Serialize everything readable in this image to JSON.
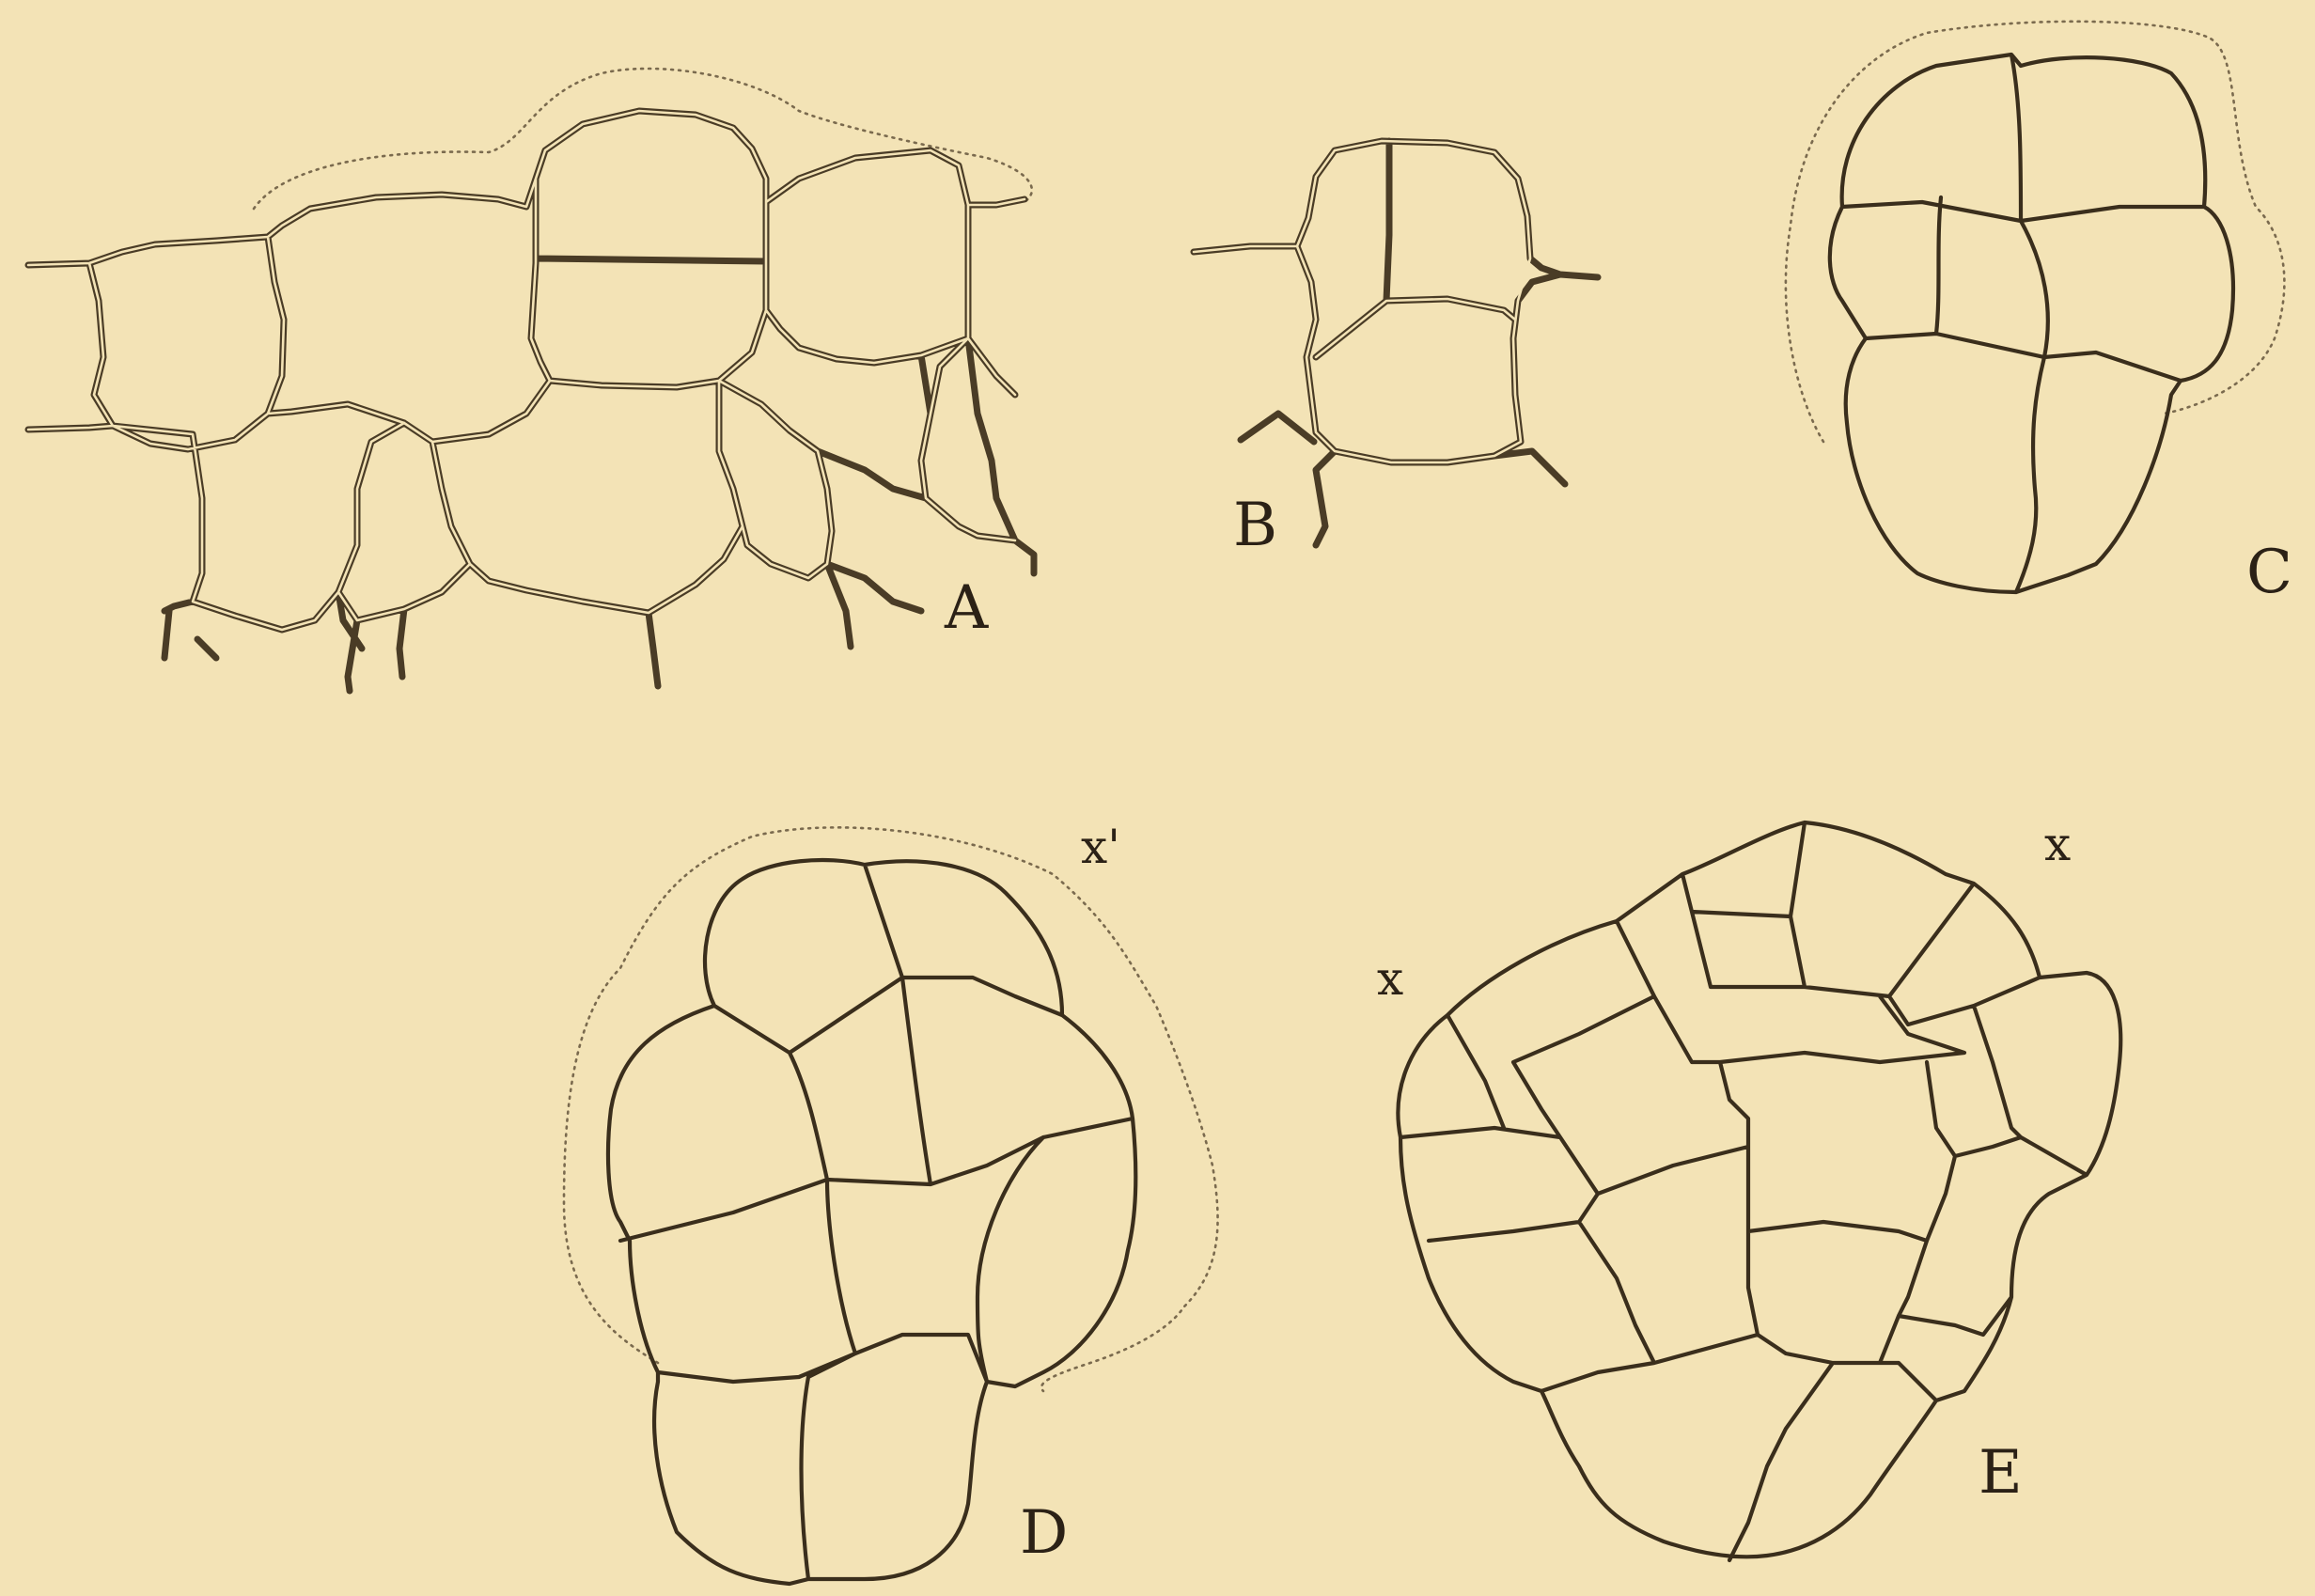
{
  "figure": {
    "labels": {
      "a": "A",
      "b": "B",
      "c": "C",
      "d": "D",
      "e": "E"
    },
    "markers": {
      "d_x": "x'",
      "e_x_left": "x",
      "e_x_right": "x"
    }
  },
  "colors": {
    "paper": "#f3e3b6",
    "ink": "#3a2e1c",
    "wall": "#4a3c26",
    "stipple": "#7a6a4e"
  }
}
